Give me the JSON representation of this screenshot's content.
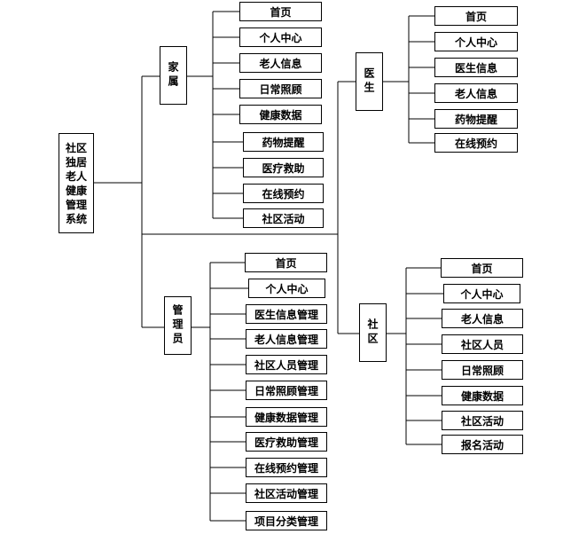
{
  "root": {
    "label": "社区独居老人健康管理系统"
  },
  "branches": {
    "family": {
      "label": "家属",
      "items": [
        "首页",
        "个人中心",
        "老人信息",
        "日常照顾",
        "健康数据",
        "药物提醒",
        "医疗救助",
        "在线预约",
        "社区活动"
      ]
    },
    "doctor": {
      "label": "医生",
      "items": [
        "首页",
        "个人中心",
        "医生信息",
        "老人信息",
        "药物提醒",
        "在线预约"
      ]
    },
    "admin": {
      "label": "管理员",
      "items": [
        "首页",
        "个人中心",
        "医生信息管理",
        "老人信息管理",
        "社区人员管理",
        "日常照顾管理",
        "健康数据管理",
        "医疗救助管理",
        "在线预约管理",
        "社区活动管理",
        "项目分类管理"
      ]
    },
    "community": {
      "label": "社区",
      "items": [
        "首页",
        "个人中心",
        "老人信息",
        "社区人员",
        "日常照顾",
        "健康数据",
        "社区活动",
        "报名活动"
      ]
    }
  }
}
